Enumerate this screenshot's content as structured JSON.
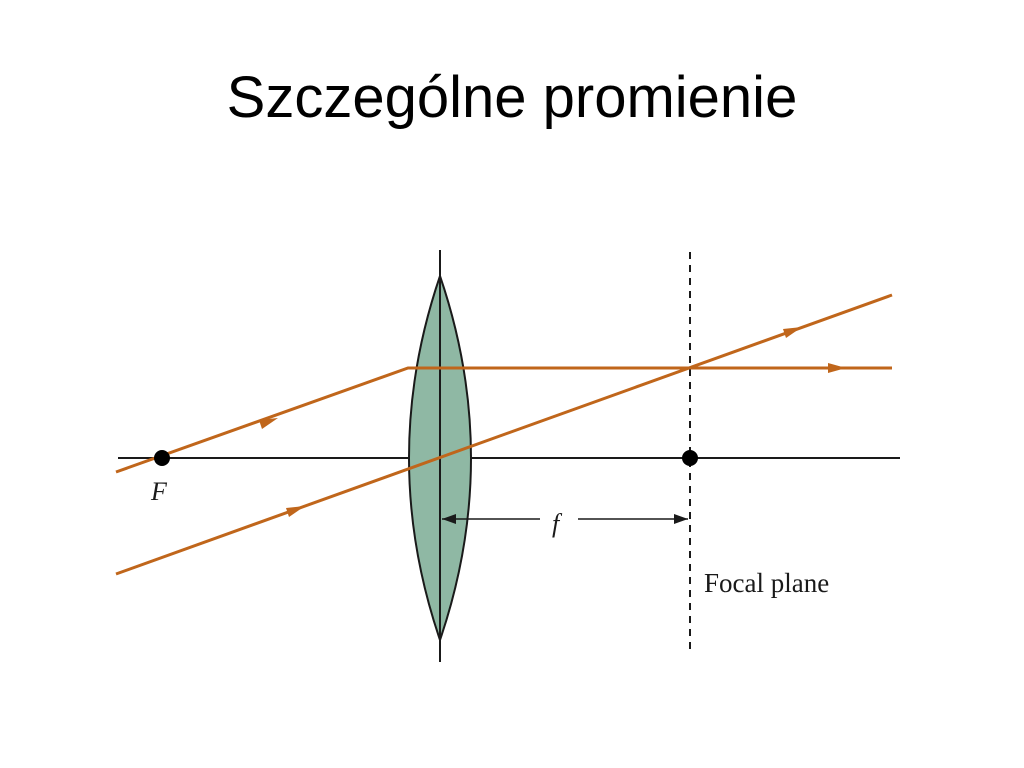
{
  "title": "Szczególne promienie",
  "labels": {
    "focal_point": "F",
    "focal_length": "f",
    "focal_plane": "Focal plane"
  },
  "colors": {
    "ray": "#c0661b",
    "lens_fill": "#8fb8a4",
    "axis": "#1a1a1a",
    "background": "#ffffff"
  }
}
